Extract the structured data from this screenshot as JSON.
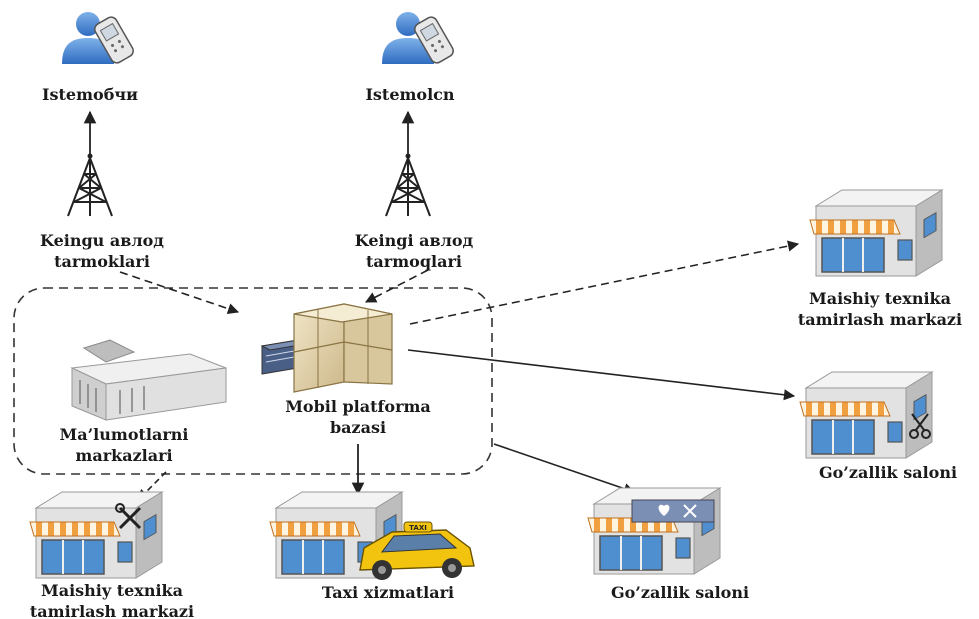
{
  "users": [
    {
      "label": "Istemoбчи"
    },
    {
      "label": "Istemolcn"
    }
  ],
  "networks": [
    {
      "line1": "Keingu авлод",
      "line2": "tarmoklari"
    },
    {
      "line1": "Keingi авлод",
      "line2": "tarmoqlari"
    }
  ],
  "platform": {
    "line1": "Mobil platforma",
    "line2": "bazasi"
  },
  "data_center": {
    "line1": "Ma’lumotlarni",
    "line2": "markazlari"
  },
  "services": {
    "repair_right": {
      "line1": "Maishiy texnika",
      "line2": "tamirlash markazi"
    },
    "beauty_right": {
      "label": "Go’zallik saloni"
    },
    "repair_bottom": {
      "line1": "Maishiy texnika",
      "line2": "tamirlash markazi"
    },
    "taxi": {
      "label": "Taxi xizmatlari"
    },
    "beauty_bottom": {
      "label": "Go’zallik saloni"
    }
  },
  "taxi_sign": {
    "label": "TAXI"
  },
  "colors": {
    "person": "#3f7fd0",
    "awning_orange": "#f0a040",
    "building_grey": "#d4d4d4",
    "taxi_yellow": "#f2c40f",
    "line": "#222222"
  }
}
